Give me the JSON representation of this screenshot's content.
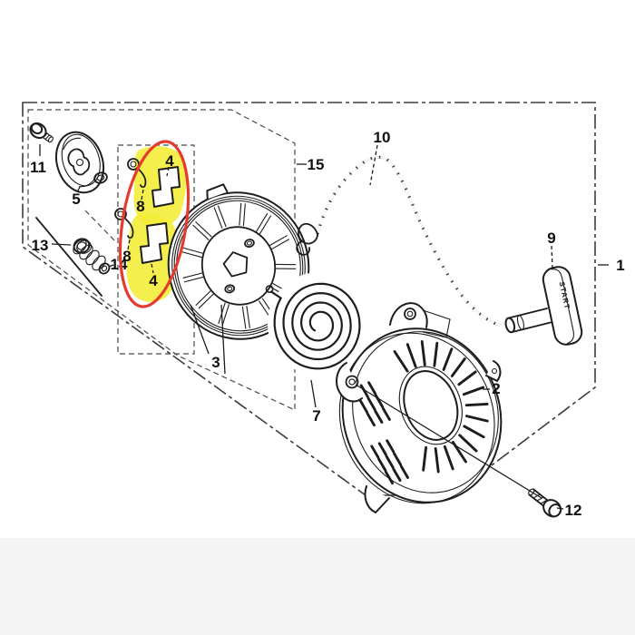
{
  "figure": {
    "kind": "exploded-parts-diagram",
    "background": "#ffffff",
    "footer_band_color": "#f5f5f5",
    "line_color": "#1d1d1d"
  },
  "highlight": {
    "fill_color": "#f4ed3a",
    "ring_color": "#e53b2e",
    "circled_labels": [
      "4",
      "8",
      "4",
      "8"
    ]
  },
  "grip_text": "START",
  "callouts": [
    {
      "label": "1"
    },
    {
      "label": "2"
    },
    {
      "label": "3"
    },
    {
      "label": "4"
    },
    {
      "label": "4"
    },
    {
      "label": "5"
    },
    {
      "label": "7"
    },
    {
      "label": "8"
    },
    {
      "label": "8"
    },
    {
      "label": "9"
    },
    {
      "label": "10"
    },
    {
      "label": "11"
    },
    {
      "label": "12"
    },
    {
      "label": "13"
    },
    {
      "label": "14"
    },
    {
      "label": "15"
    }
  ]
}
